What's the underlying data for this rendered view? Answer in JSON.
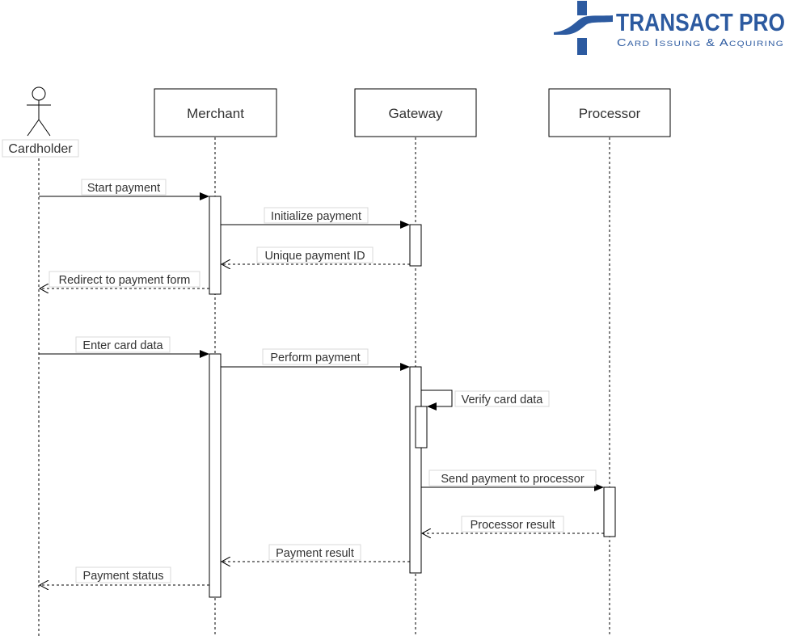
{
  "logo": {
    "name": "TRANSACT PRO",
    "tagline": "Card Issuing & Acquiring",
    "color": "#2c5aa0"
  },
  "participants": [
    {
      "id": "cardholder",
      "label": "Cardholder",
      "kind": "actor"
    },
    {
      "id": "merchant",
      "label": "Merchant",
      "kind": "box"
    },
    {
      "id": "gateway",
      "label": "Gateway",
      "kind": "box"
    },
    {
      "id": "processor",
      "label": "Processor",
      "kind": "box"
    }
  ],
  "messages": [
    {
      "label": "Start payment",
      "from": "cardholder",
      "to": "merchant",
      "type": "sync"
    },
    {
      "label": "Initialize payment",
      "from": "merchant",
      "to": "gateway",
      "type": "sync"
    },
    {
      "label": "Unique payment ID",
      "from": "gateway",
      "to": "merchant",
      "type": "return"
    },
    {
      "label": "Redirect to payment form",
      "from": "merchant",
      "to": "cardholder",
      "type": "return"
    },
    {
      "label": "Enter card data",
      "from": "cardholder",
      "to": "merchant",
      "type": "sync"
    },
    {
      "label": "Perform payment",
      "from": "merchant",
      "to": "gateway",
      "type": "sync"
    },
    {
      "label": "Verify card data",
      "from": "gateway",
      "to": "gateway",
      "type": "self"
    },
    {
      "label": "Send payment to processor",
      "from": "gateway",
      "to": "processor",
      "type": "sync"
    },
    {
      "label": "Processor result",
      "from": "processor",
      "to": "gateway",
      "type": "return"
    },
    {
      "label": "Payment result",
      "from": "gateway",
      "to": "merchant",
      "type": "return"
    },
    {
      "label": "Payment status",
      "from": "merchant",
      "to": "cardholder",
      "type": "return"
    }
  ],
  "colors": {
    "line": "#000000",
    "text": "#333333",
    "label_border": "#d9d9d9"
  }
}
